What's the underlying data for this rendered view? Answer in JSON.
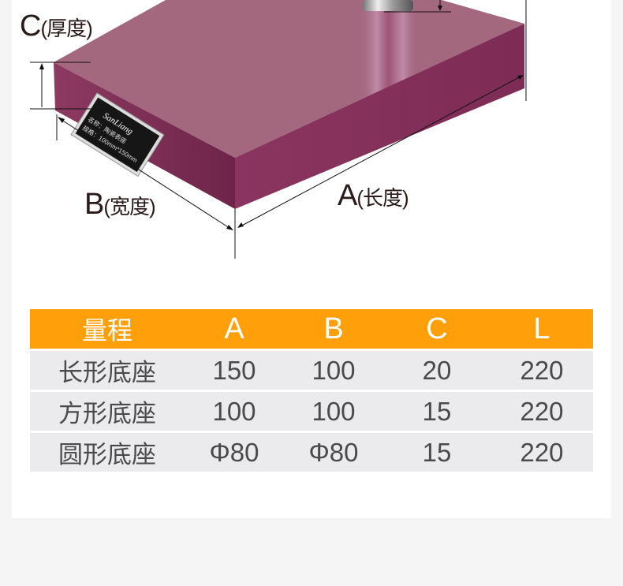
{
  "diagram": {
    "label_c": {
      "letter": "C",
      "text": "(厚度)"
    },
    "label_b": {
      "letter": "B",
      "text": "(宽度)"
    },
    "label_a": {
      "letter": "A",
      "text": "(长度)"
    },
    "nameplate": {
      "brand": "SanLiang",
      "name_line": "名称：陶瓷表座",
      "spec_line": "规格：100mm*150mm"
    },
    "block_color": "#8b3a63"
  },
  "table": {
    "headers": [
      "量程",
      "A",
      "B",
      "C",
      "L"
    ],
    "rows": [
      [
        "长形底座",
        "150",
        "100",
        "20",
        "220"
      ],
      [
        "方形底座",
        "100",
        "100",
        "15",
        "220"
      ],
      [
        "圆形底座",
        "Φ80",
        "Φ80",
        "15",
        "220"
      ]
    ],
    "header_color": "#ff9f0a"
  }
}
